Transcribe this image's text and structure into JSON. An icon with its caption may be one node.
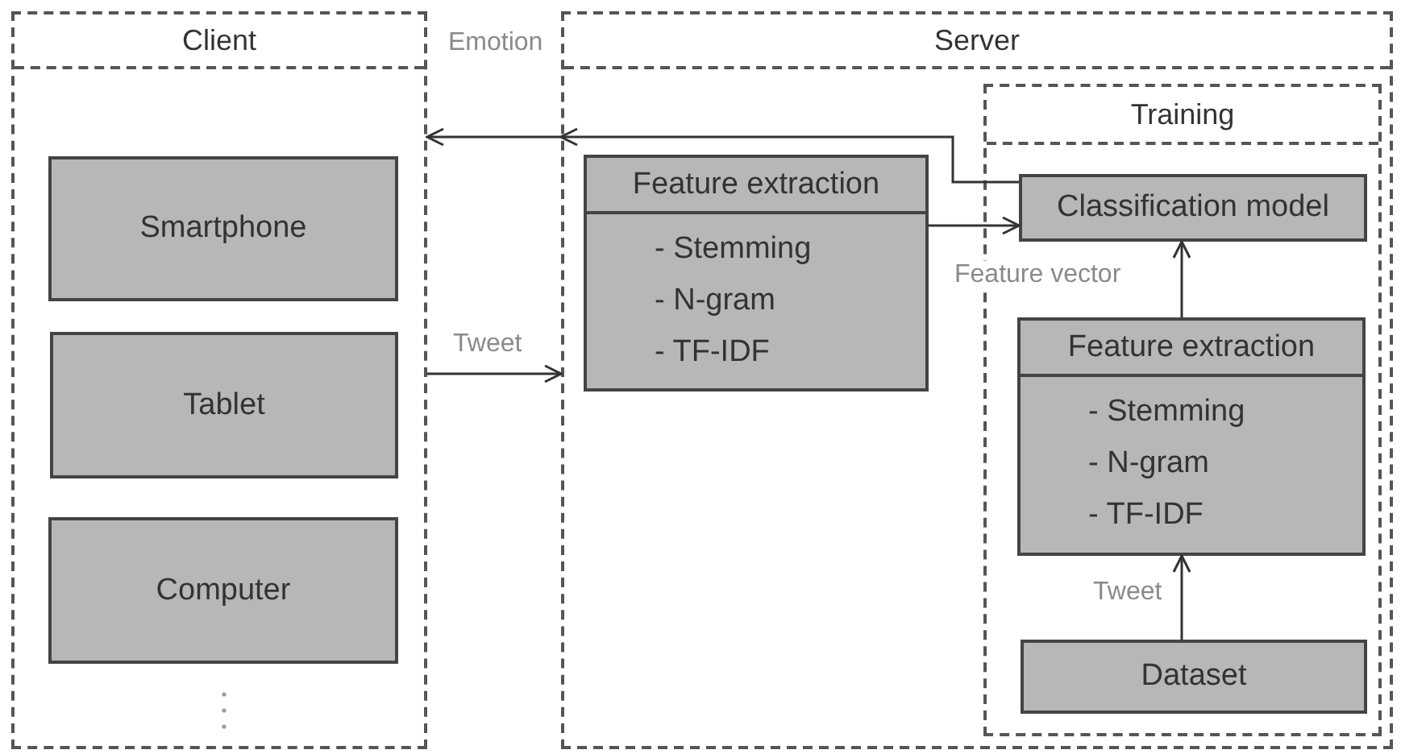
{
  "diagram": {
    "nodes": [
      {
        "text": [
          "Client"
        ]
      },
      {
        "text": [
          "Smartphone"
        ],
        "in": 0
      },
      {
        "text": [
          "Tablet"
        ],
        "in": 0
      },
      {
        "text": [
          "Computer"
        ],
        "in": 0
      },
      {
        "text": [
          "Server"
        ]
      },
      {
        "text": [
          "Feature extraction",
          "- Stemming",
          "- N-gram",
          "- TF-IDF"
        ],
        "in": 4
      },
      {
        "text": [
          "Training"
        ],
        "in": 4
      },
      {
        "text": [
          "Classification model"
        ],
        "in": 6
      },
      {
        "text": [
          "Feature extraction",
          "- Stemming",
          "- N-gram",
          "- TF-IDF"
        ],
        "in": 6
      },
      {
        "text": [
          "Dataset"
        ],
        "in": 6
      }
    ],
    "edges": [
      {
        "from": 7,
        "to": 4,
        "arrow": "to"
      },
      {
        "from": 4,
        "to": 0,
        "arrow": "to",
        "label": "Emotion"
      },
      {
        "from": 0,
        "to": 4,
        "arrow": "to",
        "label": "Tweet"
      },
      {
        "from": 5,
        "to": 7,
        "arrow": "to"
      },
      {
        "from": 8,
        "to": 7,
        "arrow": "to",
        "label": "Feature vector"
      },
      {
        "from": 9,
        "to": 8,
        "arrow": "to",
        "label": "Tweet"
      }
    ]
  }
}
